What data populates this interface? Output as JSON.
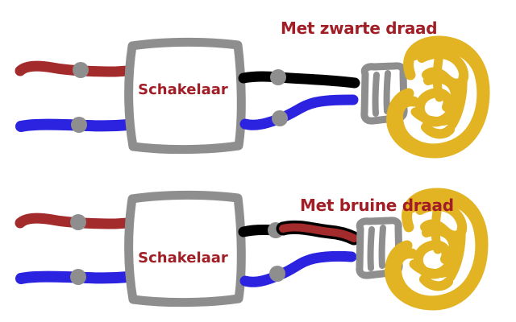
{
  "image": {
    "kind": "hand-drawn electrical wiring sketch",
    "background": "#ffffff"
  },
  "colors": {
    "brown_wire": "#A32B2B",
    "blue_wire": "#2B23DF",
    "black_wire": "#000000",
    "gray": "#8E8E8E",
    "yellow_bulb": "#E2B423",
    "red_text": "#A21E26",
    "white": "#FFFFFF"
  },
  "top_diagram": {
    "title": "Met zwarte draad",
    "switch_label": "Schakelaar",
    "incoming_wires": [
      "brown",
      "blue"
    ],
    "lamp_wires": [
      "black",
      "blue"
    ]
  },
  "bottom_diagram": {
    "title": "Met bruine draad",
    "switch_label": "Schakelaar",
    "incoming_wires": [
      "brown",
      "blue"
    ],
    "lamp_wires": [
      "black-then-brown",
      "blue"
    ]
  }
}
